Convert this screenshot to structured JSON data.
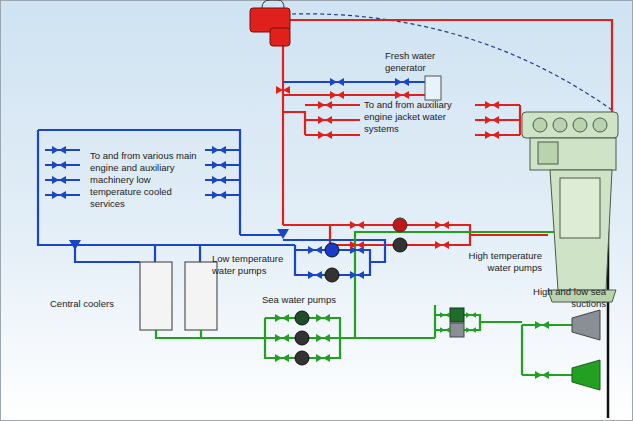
{
  "diagram": {
    "labels": [
      "Fresh water generator",
      "To and from auxiliary engine jacket water systems",
      "To and from various main engine and auxiliary machinery low temperature cooled services",
      "High temperature water pumps",
      "Low temperature water pumps",
      "Central coolers",
      "Sea water pumps",
      "High and low sea suctions"
    ]
  }
}
